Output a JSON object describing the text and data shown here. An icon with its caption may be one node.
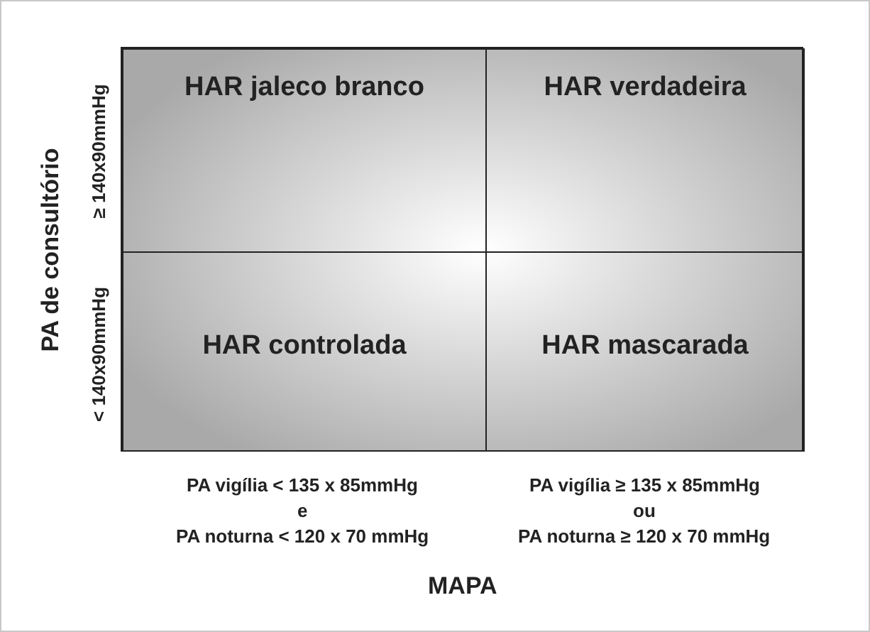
{
  "diagram": {
    "nodes": [
      {
        "text": [
          "HAR jaleco branco"
        ]
      },
      {
        "text": [
          "HAR verdadeira"
        ]
      },
      {
        "text": [
          "HAR controlada"
        ]
      },
      {
        "text": [
          "HAR mascarada"
        ]
      }
    ],
    "labels": [
      "PA de consultório",
      "≥ 140x90mmHg",
      "< 140x90mmHg",
      "PA vigília < 135 x 85mmHg",
      "e",
      "PA noturna < 120 x 70 mmHg",
      "PA vigília ≥ 135 x 85mmHg",
      "ou",
      "PA noturna ≥ 120 x 70 mmHg",
      "MAPA"
    ]
  }
}
